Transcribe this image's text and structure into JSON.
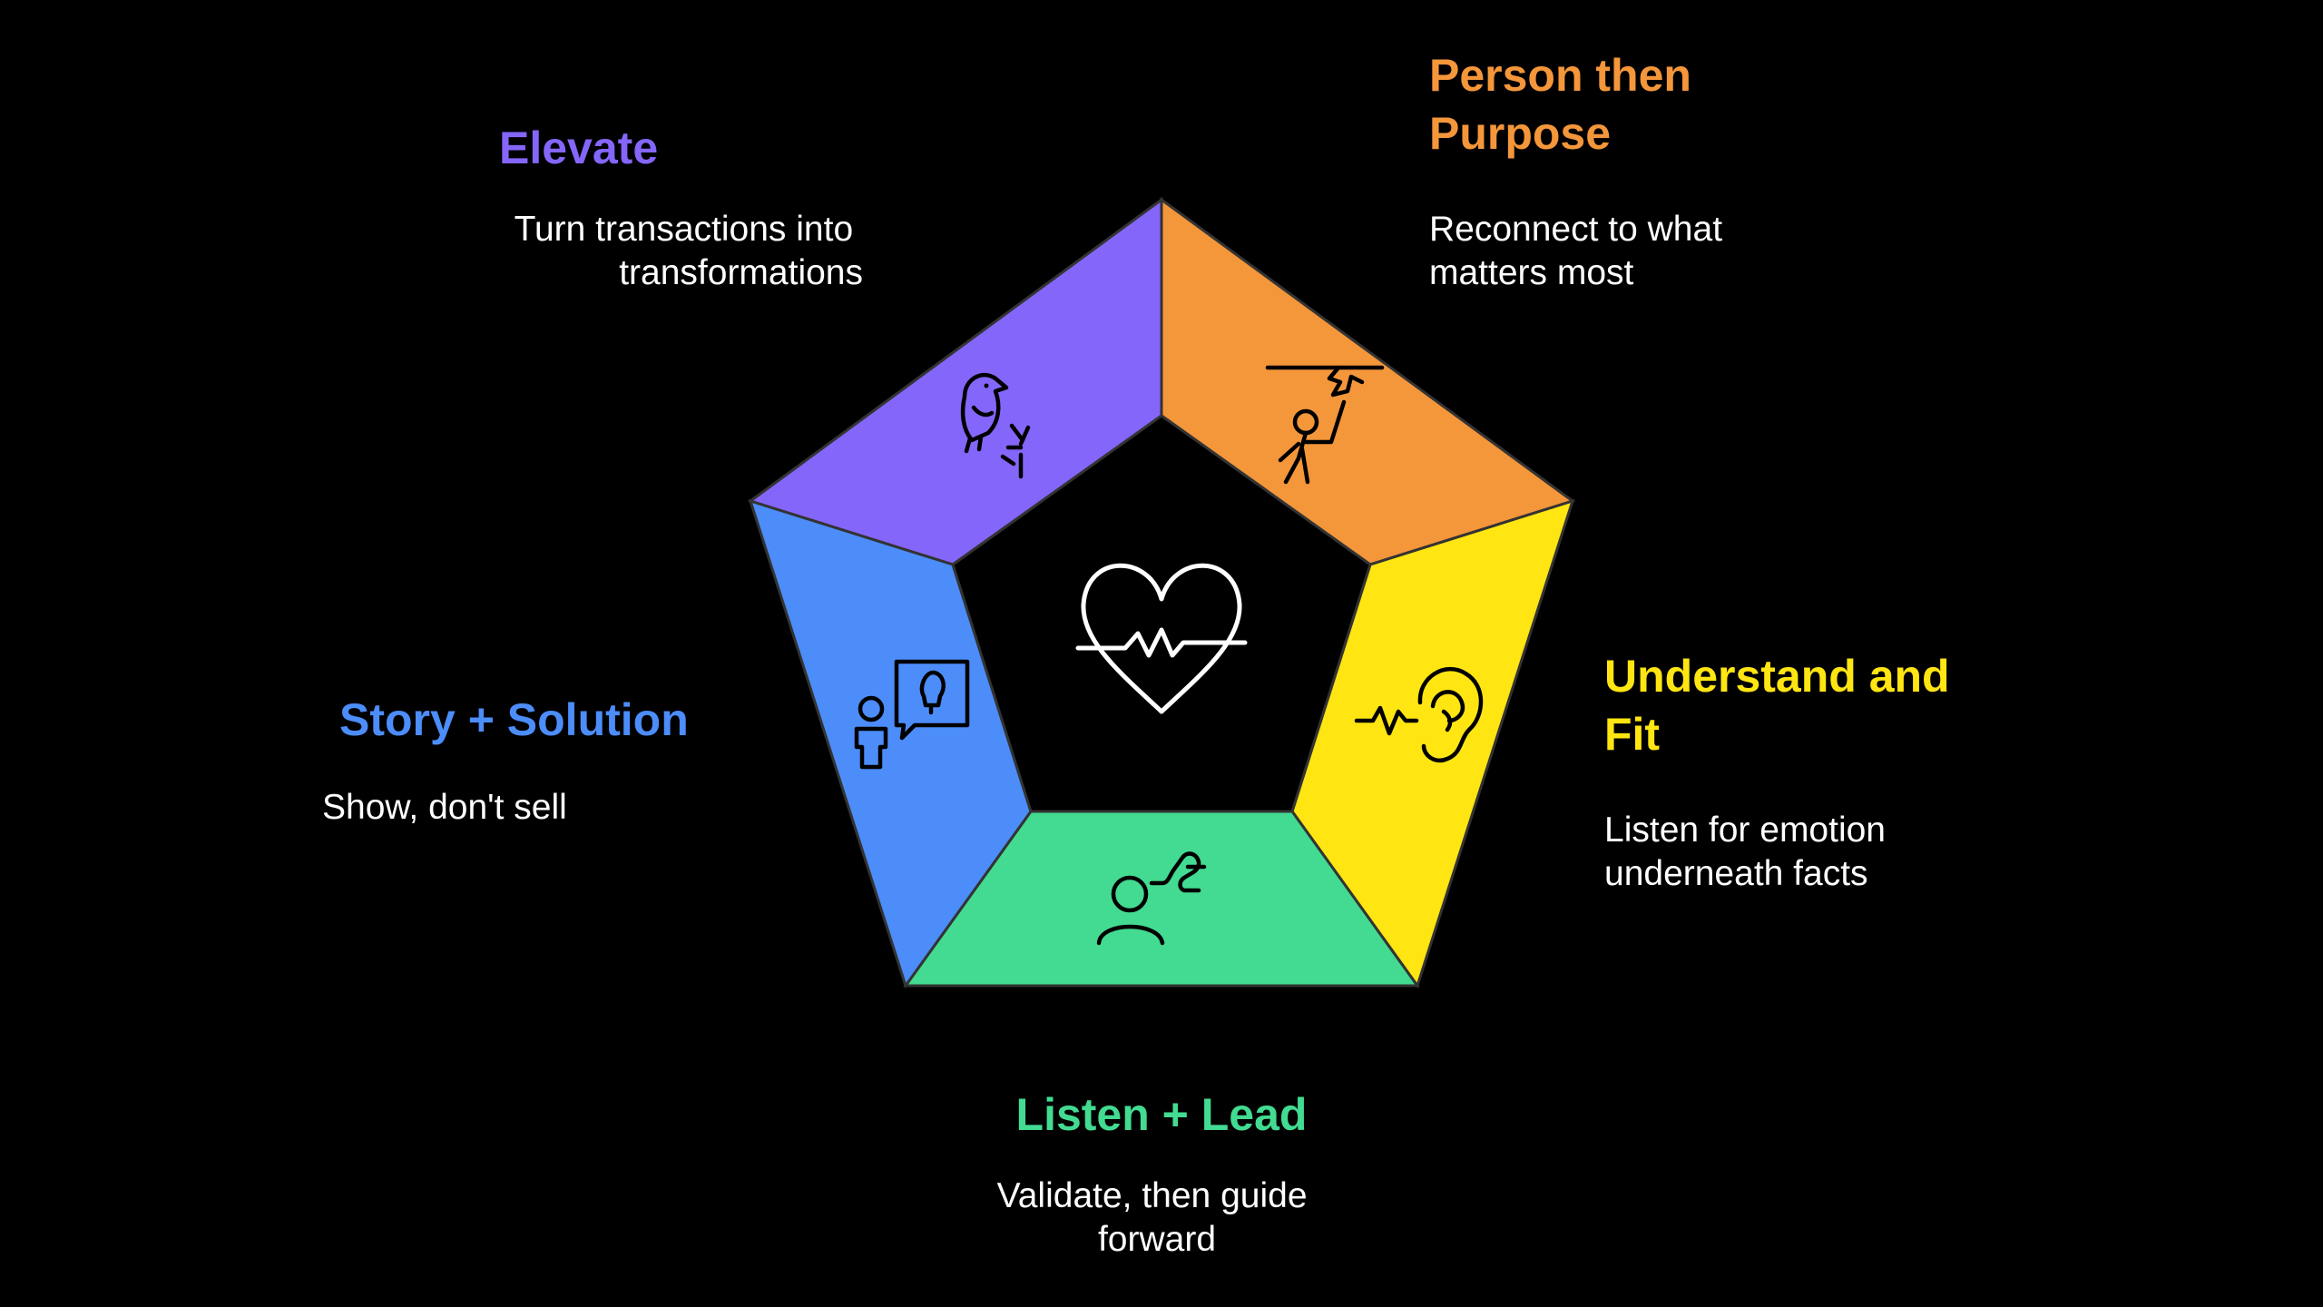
{
  "segments": [
    {
      "id": "elevate",
      "title": [
        "Elevate"
      ],
      "desc": [
        "Turn transactions into",
        "transformations"
      ],
      "color": "#8566FA",
      "title_color": "#8566FA",
      "icon": "bird-singing-icon"
    },
    {
      "id": "person-purpose",
      "title": [
        "Person then",
        "Purpose"
      ],
      "desc": [
        "Reconnect to what",
        "matters most"
      ],
      "color": "#F4963A",
      "title_color": "#F4963A",
      "icon": "person-climbing-icon"
    },
    {
      "id": "understand-fit",
      "title": [
        "Understand and",
        "Fit"
      ],
      "desc": [
        "Listen for emotion",
        "underneath facts"
      ],
      "color": "#FFE511",
      "title_color": "#FFE511",
      "icon": "ear-listening-icon"
    },
    {
      "id": "listen-lead",
      "title": [
        "Listen + Lead"
      ],
      "desc": [
        "Validate, then guide",
        "forward"
      ],
      "color": "#42DB91",
      "title_color": "#42DB91",
      "icon": "person-path-icon"
    },
    {
      "id": "story-solution",
      "title": [
        "Story + Solution"
      ],
      "desc": [
        "Show, don't sell"
      ],
      "color": "#4C8DFA",
      "title_color": "#4C8DFA",
      "icon": "person-idea-bubble-icon"
    }
  ],
  "center_icon": "heart-pulse-icon",
  "background_color": "#000000"
}
